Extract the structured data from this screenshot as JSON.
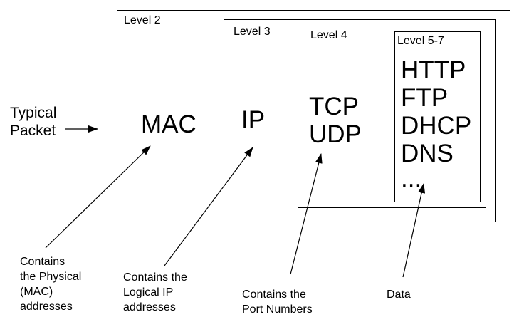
{
  "levels": {
    "l2": {
      "title": "Level 2",
      "protocols": [
        "MAC"
      ]
    },
    "l3": {
      "title": "Level 3",
      "protocols": [
        "IP"
      ]
    },
    "l4": {
      "title": "Level 4",
      "protocols": [
        "TCP",
        "UDP"
      ]
    },
    "l57": {
      "title": "Level 5-7",
      "protocols": [
        "HTTP",
        "FTP",
        "DHCP",
        "DNS",
        "..."
      ]
    }
  },
  "packet_label": [
    "Typical",
    "Packet"
  ],
  "annotations": {
    "mac": [
      "Contains",
      "the Physical",
      "(MAC)",
      "addresses"
    ],
    "ip": [
      "Contains the",
      "Logical IP",
      "addresses"
    ],
    "ports": [
      "Contains the",
      "Port Numbers"
    ],
    "data": [
      "Data"
    ]
  },
  "colors": {
    "line": "#000000",
    "background": "#ffffff"
  }
}
